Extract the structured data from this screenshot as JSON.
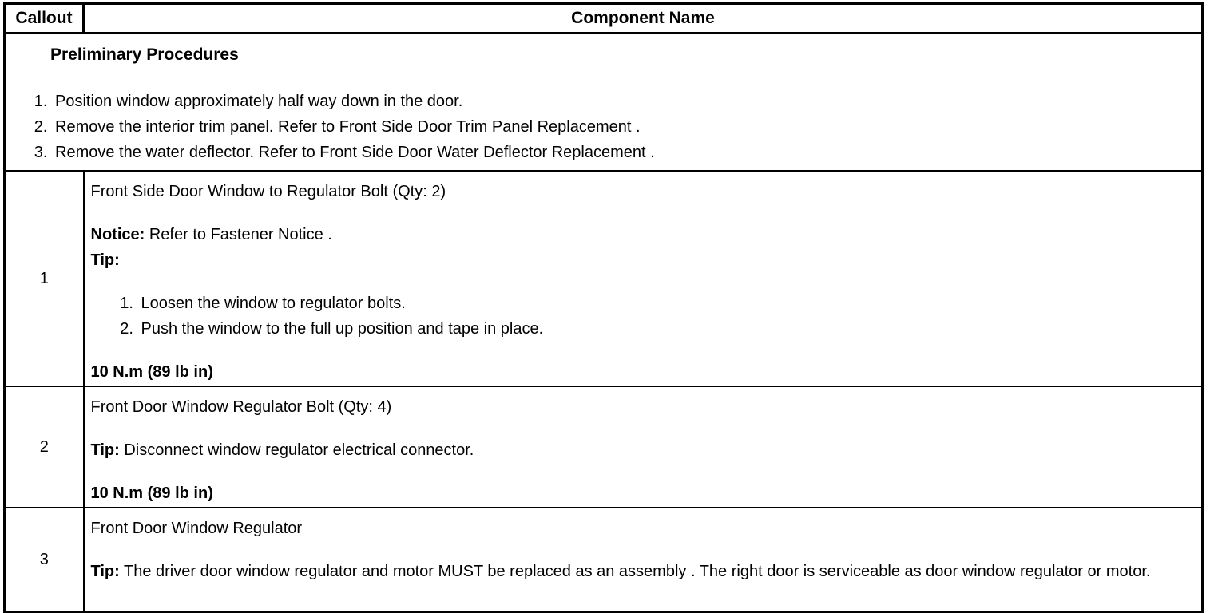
{
  "theme": {
    "background": "#ffffff",
    "text_color": "#000000",
    "border_color": "#000000"
  },
  "table": {
    "header": {
      "callout": "Callout",
      "component": "Component Name"
    },
    "preliminary": {
      "title": "Preliminary Procedures",
      "steps": [
        "Position window approximately half way down in the door.",
        "Remove the interior trim panel. Refer to Front Side Door Trim Panel Replacement .",
        "Remove the water deflector. Refer to Front Side Door Water Deflector Replacement ."
      ]
    },
    "rows": [
      {
        "callout": "1",
        "title": "Front Side Door Window to Regulator Bolt (Qty: 2)",
        "notice_label": "Notice:",
        "notice_text": " Refer to Fastener Notice .",
        "tip_label": "Tip:",
        "steps": [
          "Loosen the window to regulator bolts.",
          "Push the window to the full up position and tape in place."
        ],
        "torque": "10 N.m (89 lb in)"
      },
      {
        "callout": "2",
        "title": "Front Door Window Regulator Bolt (Qty: 4)",
        "tip_label": "Tip:",
        "tip_text": " Disconnect window regulator electrical connector.",
        "torque": "10 N.m (89 lb in)"
      },
      {
        "callout": "3",
        "title": "Front Door Window Regulator",
        "tip_label": "Tip:",
        "tip_text": " The driver door window regulator and motor MUST be replaced as an assembly . The right door is serviceable as door window regulator or motor."
      }
    ]
  }
}
